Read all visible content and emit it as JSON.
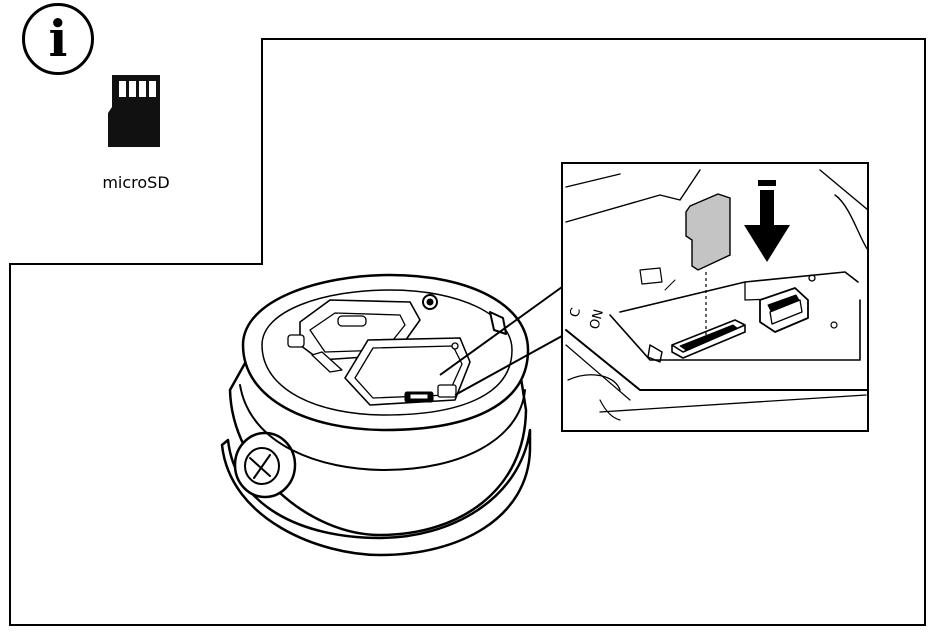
{
  "info_badge": {
    "glyph": "i"
  },
  "sd_panel": {
    "label": "microSD",
    "icon": "microsd-card-icon"
  },
  "detail_view": {
    "switch_labels": [
      "C",
      "ON"
    ],
    "card_color": "#c4c4c4",
    "arrow_icon": "arrow-down-icon"
  },
  "device": {
    "icon": "camera-dome-base-icon"
  }
}
